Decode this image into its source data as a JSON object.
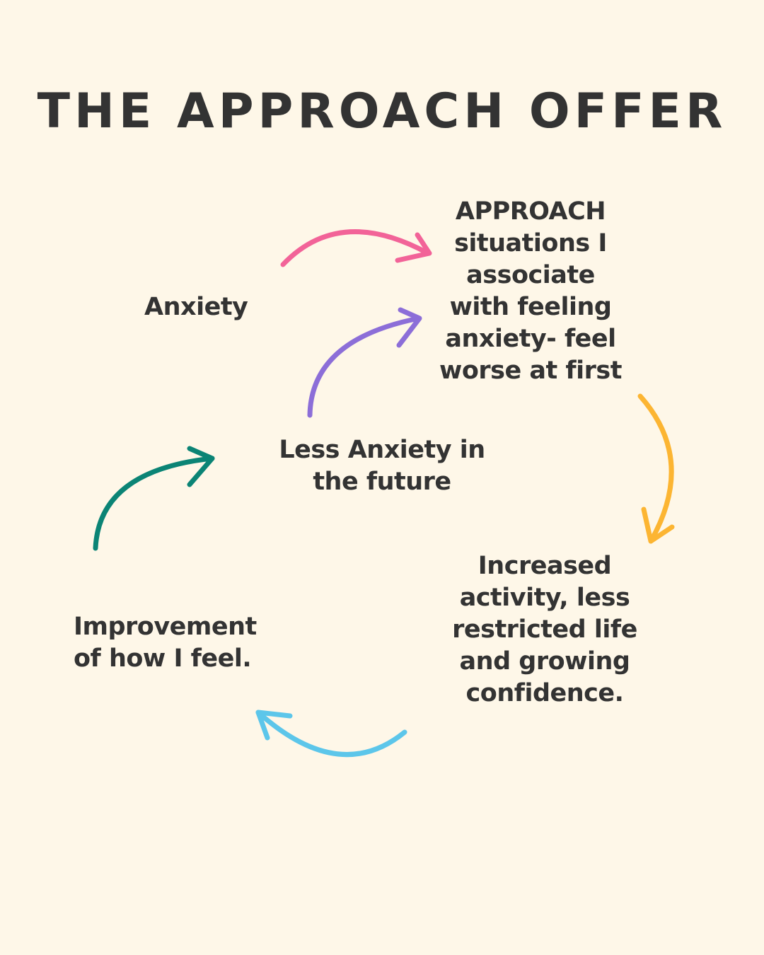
{
  "title": "THE APPROACH OFFER",
  "nodes": {
    "anxiety": [
      "Anxiety"
    ],
    "approach": [
      "APPROACH",
      "situations I",
      "associate",
      "with feeling",
      "anxiety- feel",
      "worse at first"
    ],
    "increased": [
      "Increased",
      "activity, less",
      "restricted life",
      "and growing",
      "confidence."
    ],
    "improvement": [
      "Improvement",
      "of how I feel."
    ],
    "less_anxiety": [
      "Less Anxiety in",
      "the future"
    ]
  },
  "colors": {
    "background": "#FEF7E8",
    "text": "#333333",
    "arrow_pink": "#F26398",
    "arrow_purple": "#8C6ED8",
    "arrow_orange": "#FCB532",
    "arrow_blue": "#5CC6EA",
    "arrow_teal": "#0B8475"
  }
}
